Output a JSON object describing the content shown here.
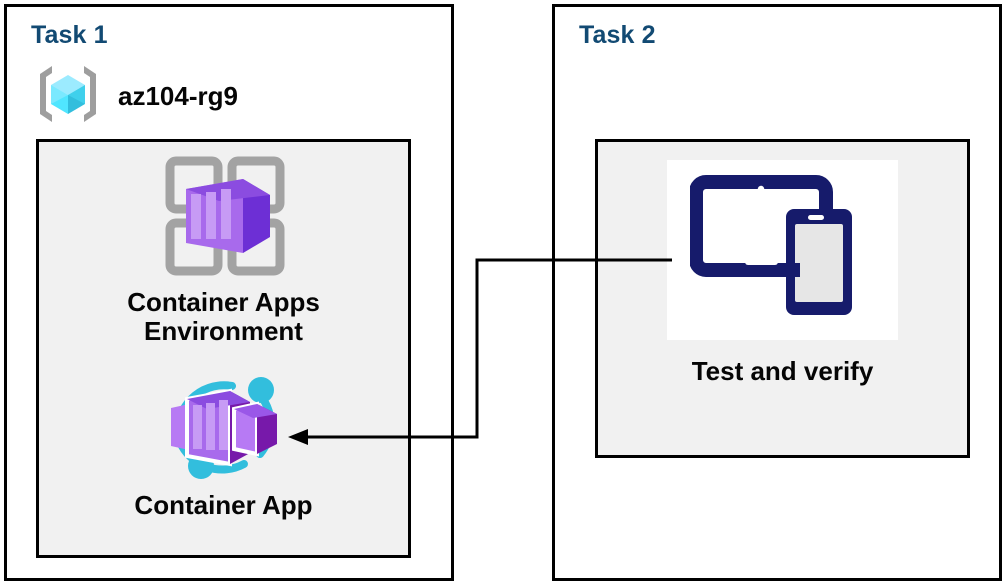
{
  "diagram": {
    "title": "Azure Container Apps lab architecture",
    "background": "#ffffff",
    "accent_heading_color": "#124a73",
    "group_fill": "#f1f1f1",
    "border_color": "#000000"
  },
  "panels": [
    {
      "id": "task1",
      "heading": "Task 1",
      "resource_group": {
        "label": "az104-rg9",
        "icon": "resource-group-icon",
        "icon_colors": {
          "bracket": "#9e9e9e",
          "cube_light": "#9cebff",
          "cube_mid": "#50e6ff",
          "cube_dark": "#32bedd"
        }
      },
      "group_box": {
        "nodes": [
          {
            "id": "container-apps-environment",
            "caption": "Container Apps\nEnvironment",
            "icon": "container-apps-environment-icon",
            "icon_colors": {
              "frame": "#a3a3a3",
              "box_light": "#b77af4",
              "box_mid": "#8661c5",
              "box_dark": "#6d2fd5"
            }
          },
          {
            "id": "container-app",
            "caption": "Container App",
            "icon": "container-app-icon",
            "icon_colors": {
              "ring": "#32bedd",
              "box_light": "#b77af4",
              "box_mid": "#9a57e8",
              "box_dark": "#7719aa"
            }
          }
        ]
      }
    },
    {
      "id": "task2",
      "heading": "Task 2",
      "group_box": {
        "nodes": [
          {
            "id": "test-and-verify",
            "caption": "Test and verify",
            "icon": "devices-tablet-phone-icon",
            "icon_colors": {
              "device": "#161b6b",
              "tablet_screen": "#ffffff",
              "phone_screen": "#e6e6e6",
              "backdrop": "#ffffff"
            }
          }
        ]
      }
    }
  ],
  "connector": {
    "id": "test-to-container-app-arrow",
    "from": "test-and-verify",
    "to": "container-app",
    "label": "",
    "color": "#000000",
    "arrowhead": "left",
    "style": "orthogonal"
  }
}
